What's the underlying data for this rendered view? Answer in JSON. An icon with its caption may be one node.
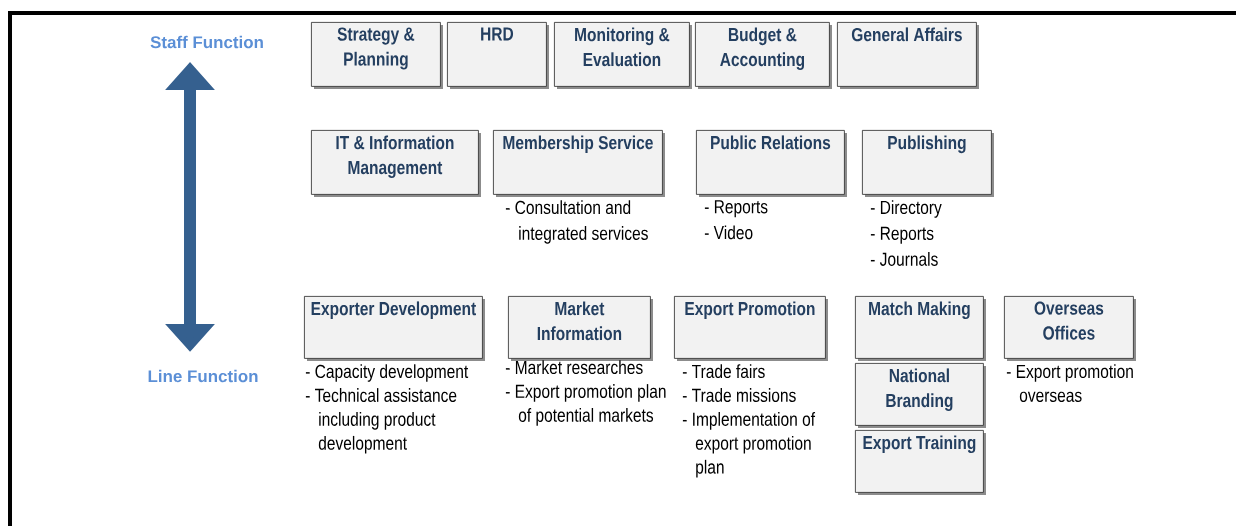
{
  "diagram": {
    "nodes": [
      {
        "text": [
          "Strategy & Planning"
        ]
      },
      {
        "text": [
          "HRD"
        ]
      },
      {
        "text": [
          "Monitoring & Evaluation"
        ]
      },
      {
        "text": [
          "Budget & Accounting"
        ]
      },
      {
        "text": [
          "General Affairs"
        ]
      },
      {
        "text": [
          "IT & Information Management"
        ]
      },
      {
        "text": [
          "Membership Service"
        ],
        "beside": [
          "- Consultation and integrated services"
        ]
      },
      {
        "text": [
          "Public Relations"
        ],
        "beside": [
          "- Reports",
          "-  Video"
        ]
      },
      {
        "text": [
          "Publishing"
        ],
        "beside": [
          "- Directory",
          "-  Reports",
          "-  Journals"
        ]
      },
      {
        "text": [
          "Exporter Development"
        ],
        "beside": [
          "-  Capacity development",
          "-  Technical assistance including product development"
        ]
      },
      {
        "text": [
          "Market Information"
        ],
        "beside": [
          "-  Market researches",
          "-  Export promotion plan of potential markets"
        ]
      },
      {
        "text": [
          "Export Promotion"
        ],
        "beside": [
          "-  Trade fairs",
          "-  Trade missions",
          "-  Implementation of export promotion plan"
        ]
      },
      {
        "text": [
          "Match Making"
        ]
      },
      {
        "text": [
          "National Branding"
        ]
      },
      {
        "text": [
          "Export Training"
        ]
      },
      {
        "text": [
          "Overseas Offices"
        ],
        "beside": [
          "-  Export promotion overseas"
        ]
      }
    ],
    "labels": [
      "Staff Function",
      "Line Function"
    ]
  }
}
